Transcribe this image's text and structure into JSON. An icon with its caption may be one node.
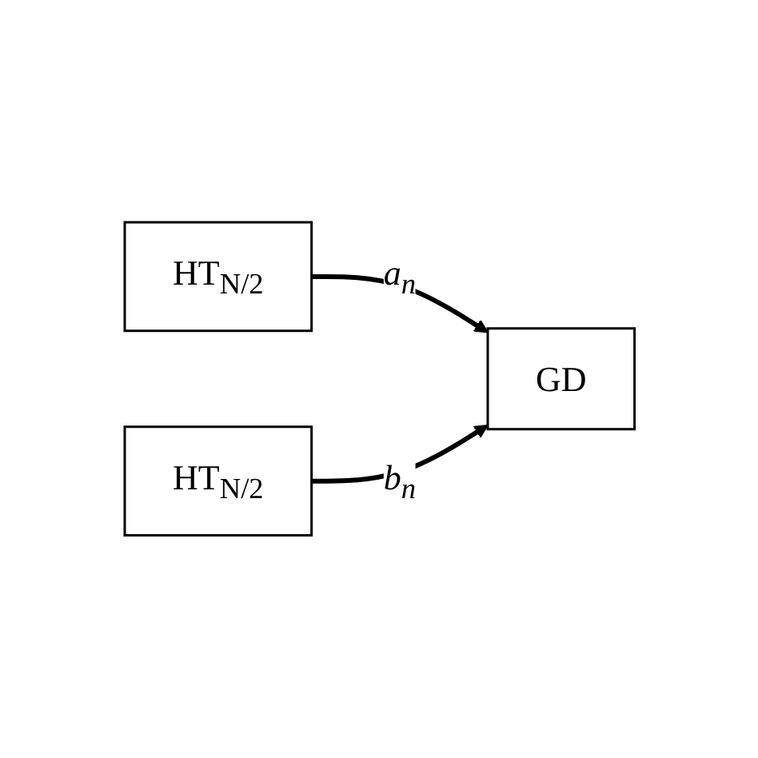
{
  "diagram": {
    "nodes": [
      {
        "text": [
          "HT$_{N/2}$"
        ]
      },
      {
        "text": [
          "HT$_{N/2}$"
        ]
      },
      {
        "text": [
          "GD"
        ]
      }
    ],
    "edges": [
      {
        "from": 0,
        "to": 2,
        "arrow": "to",
        "label": "a$_{n}$"
      },
      {
        "from": 1,
        "to": 2,
        "arrow": "to",
        "label": "b$_{n}$"
      }
    ]
  }
}
